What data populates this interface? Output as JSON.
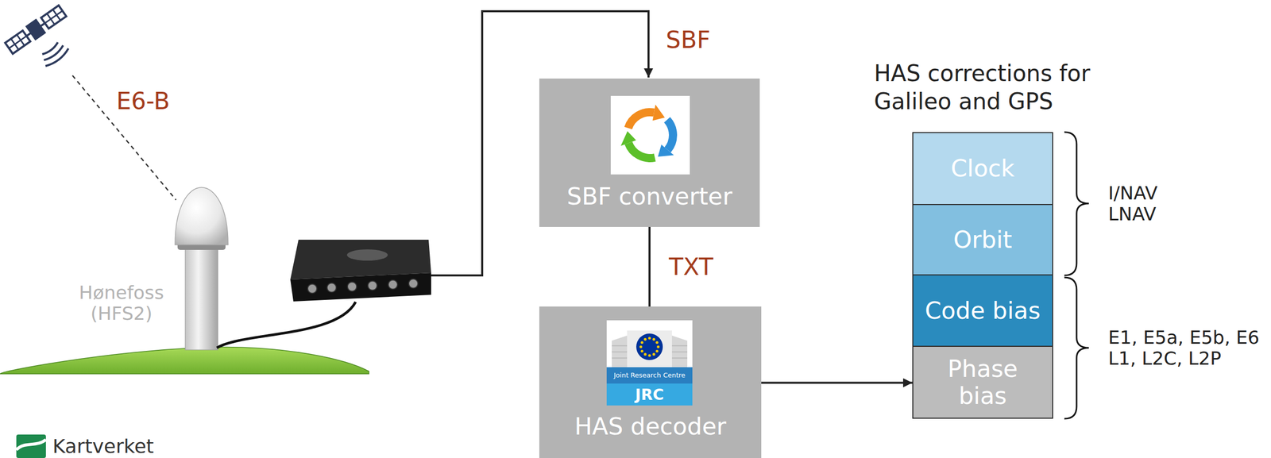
{
  "diagram": {
    "nodes": [
      {
        "text": [
          "SBF converter"
        ]
      },
      {
        "text": [
          "HAS decoder"
        ]
      },
      {
        "text": [
          "Clock"
        ]
      },
      {
        "text": [
          "Orbit"
        ]
      },
      {
        "text": [
          "Code bias"
        ]
      },
      {
        "text": [
          "Phase bias"
        ]
      }
    ],
    "edges": [
      {
        "from": 0,
        "to": 1,
        "label": "TXT",
        "arrow": "none"
      },
      {
        "from": 1,
        "to": 5,
        "arrow": "to"
      }
    ],
    "labels": [
      "E6-B",
      "Hønefoss (HFS2)",
      "SBF",
      "Joint Research Centre",
      "JRC",
      "HAS corrections for Galileo and GPS",
      "I/NAV LNAV",
      "E1, E5a, E5b, E6 L1, L2C, L2P",
      "Kartverket"
    ]
  }
}
